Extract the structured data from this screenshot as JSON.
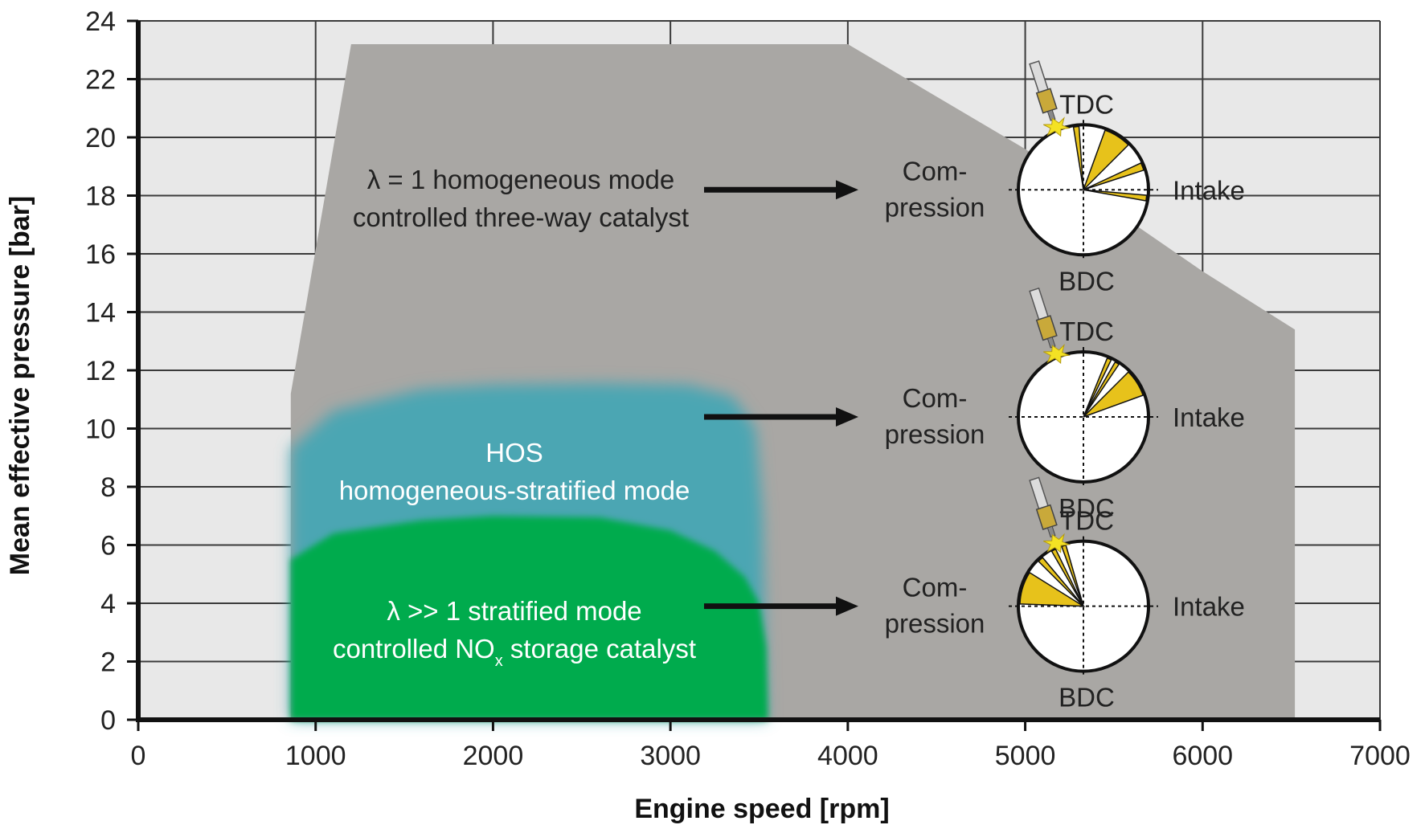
{
  "colors": {
    "plot_background": "#e8e8e8",
    "gridline": "#3a3a3a",
    "homogeneous_region": "#a9a7a4",
    "hos_region": "#4ba6b3",
    "stratified_region": "#03ab4e",
    "injection_wedge": "#e7c21b",
    "arrow": "#111111"
  },
  "chart_data": {
    "type": "area",
    "xlabel": "Engine speed [rpm]",
    "ylabel": "Mean effective pressure [bar]",
    "xlim": [
      0,
      7000
    ],
    "ylim": [
      0,
      24
    ],
    "x_ticks": [
      "0",
      "1000",
      "2000",
      "3000",
      "4000",
      "5000",
      "6000",
      "7000"
    ],
    "y_ticks": [
      "0",
      "2",
      "4",
      "6",
      "8",
      "10",
      "12",
      "14",
      "16",
      "18",
      "20",
      "22",
      "24"
    ],
    "grid": true,
    "series": [
      {
        "key": "homogeneous",
        "points": [
          [
            860,
            0
          ],
          [
            860,
            11.2
          ],
          [
            1200,
            23.2
          ],
          [
            4000,
            23.2
          ],
          [
            5000,
            19.6
          ],
          [
            6000,
            15.4
          ],
          [
            6520,
            13.4
          ],
          [
            6520,
            0
          ]
        ]
      },
      {
        "key": "hos",
        "points": [
          [
            860,
            0
          ],
          [
            860,
            9.3
          ],
          [
            1100,
            10.6
          ],
          [
            1600,
            11.35
          ],
          [
            2000,
            11.5
          ],
          [
            2600,
            11.55
          ],
          [
            3100,
            11.5
          ],
          [
            3350,
            11.1
          ],
          [
            3480,
            10.0
          ],
          [
            3520,
            7.0
          ],
          [
            3540,
            0
          ]
        ]
      },
      {
        "key": "stratified",
        "points": [
          [
            860,
            0
          ],
          [
            860,
            5.5
          ],
          [
            1100,
            6.4
          ],
          [
            1600,
            6.85
          ],
          [
            2000,
            7.0
          ],
          [
            2600,
            6.95
          ],
          [
            3000,
            6.5
          ],
          [
            3250,
            5.8
          ],
          [
            3420,
            4.9
          ],
          [
            3500,
            4.0
          ],
          [
            3540,
            2.5
          ],
          [
            3550,
            0
          ]
        ]
      }
    ],
    "annotations": {
      "homogeneous_line1": "λ = 1 homogeneous mode",
      "homogeneous_line2": "controlled three-way catalyst",
      "hos_line1": "HOS",
      "hos_line2": "homogeneous-stratified mode",
      "stratified_line1": "λ >> 1 stratified mode",
      "stratified_line2_main": "controlled NO",
      "stratified_line2_sub": "x",
      "stratified_line2_tail": " storage catalyst"
    },
    "injection_diagrams": [
      {
        "mode": "homogeneous",
        "tdc": "TDC",
        "bdc": "BDC",
        "intake": "Intake",
        "comp1": "Com-",
        "comp2": "pression"
      },
      {
        "mode": "hos",
        "tdc": "TDC",
        "bdc": "BDC",
        "intake": "Intake",
        "comp1": "Com-",
        "comp2": "pression"
      },
      {
        "mode": "stratified",
        "tdc": "TDC",
        "bdc": "BDC",
        "intake": "Intake",
        "comp1": "Com-",
        "comp2": "pression"
      }
    ]
  }
}
